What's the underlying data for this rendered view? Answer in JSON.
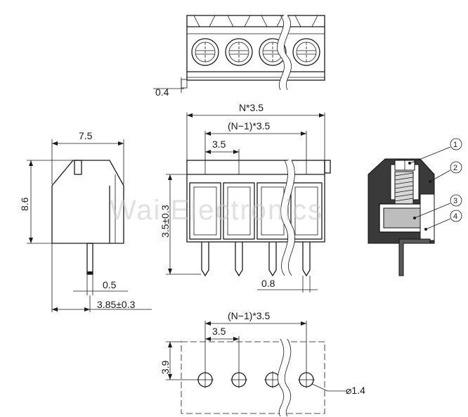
{
  "watermark": "Wai Electronics",
  "dimensions": {
    "top_thickness": "0.4",
    "overall_width": "N*3.5",
    "span_front": "(N−1)*3.5",
    "pitch_front": "3.5",
    "side_depth": "7.5",
    "side_height": "8.6",
    "window_height": "3.5±0.3",
    "pin_thickness": "0.5",
    "pin_offset": "3.85±0.3",
    "pin_width": "0.8",
    "span_footprint": "(N−1)*3.5",
    "pitch_footprint": "3.5",
    "row_offset": "3.9",
    "hole_diameter": "⌀1.4"
  },
  "callouts": [
    "1",
    "2",
    "3",
    "4"
  ]
}
